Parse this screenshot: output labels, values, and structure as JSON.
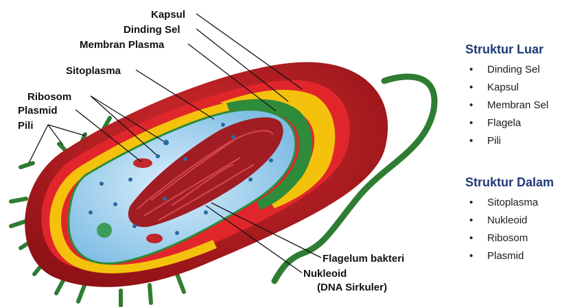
{
  "labels": {
    "kapsul": "Kapsul",
    "dinding_sel": "Dinding Sel",
    "membran_plasma": "Membran Plasma",
    "sitoplasma": "Sitoplasma",
    "ribosom": "Ribosom",
    "plasmid": "Plasmid",
    "pili": "Pili",
    "flagelum": "Flagelum bakteri",
    "nukleoid": "Nukleoid",
    "dna_sirkuler": "(DNA Sirkuler)"
  },
  "struktur_luar": {
    "title": "Struktur Luar",
    "items": [
      "Dinding Sel",
      "Kapsul",
      "Membran Sel",
      "Flagela",
      "Pili"
    ]
  },
  "struktur_dalam": {
    "title": "Struktur Dalam",
    "items": [
      "Sitoplasma",
      "Nukleoid",
      "Ribosom",
      "Plasmid"
    ]
  },
  "colors": {
    "capsule": "#b3171c",
    "cell_wall": "#e1262b",
    "membrane_yellow": "#f4c20d",
    "membrane_green": "#2e8b3a",
    "cytoplasm": "#a9d4ef",
    "nucleoid": "#a01d24",
    "heading": "#1f3a78"
  }
}
